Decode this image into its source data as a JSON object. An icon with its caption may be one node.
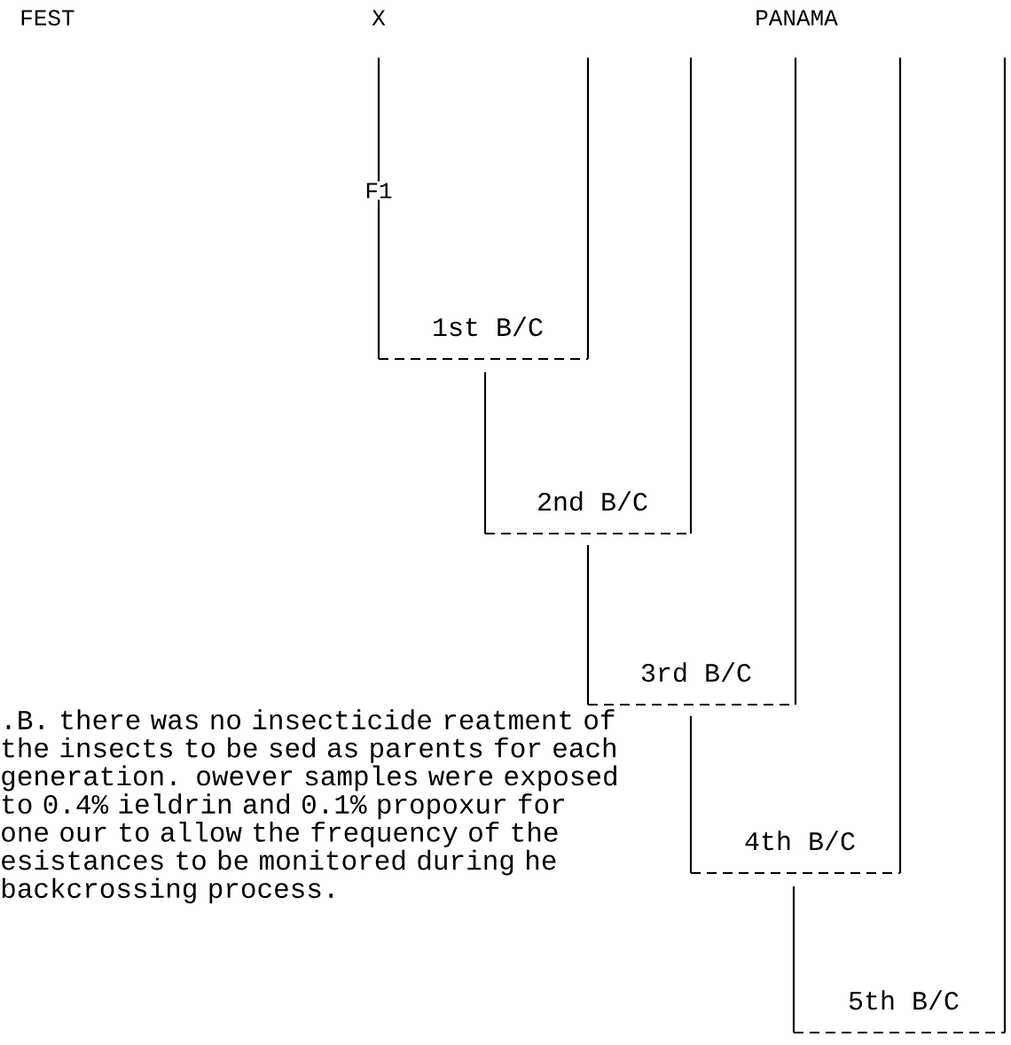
{
  "diagram": {
    "nodes": [
      {
        "text": [
          "1st B/C"
        ]
      },
      {
        "text": [
          "2nd B/C"
        ]
      },
      {
        "text": [
          "3rd B/C"
        ]
      },
      {
        "text": [
          "4th B/C"
        ]
      },
      {
        "text": [
          "5th B/C"
        ]
      }
    ],
    "labels": [
      "FEST",
      "X",
      "PANAMA",
      "F1",
      ".B. there was no insecticide reatment of the insects to be sed as parents for each generation. owever samples were exposed to 0.4% ieldrin and 0.1% propoxur for one our to allow the frequency of the esistances to be monitored during he backcrossing process."
    ]
  }
}
